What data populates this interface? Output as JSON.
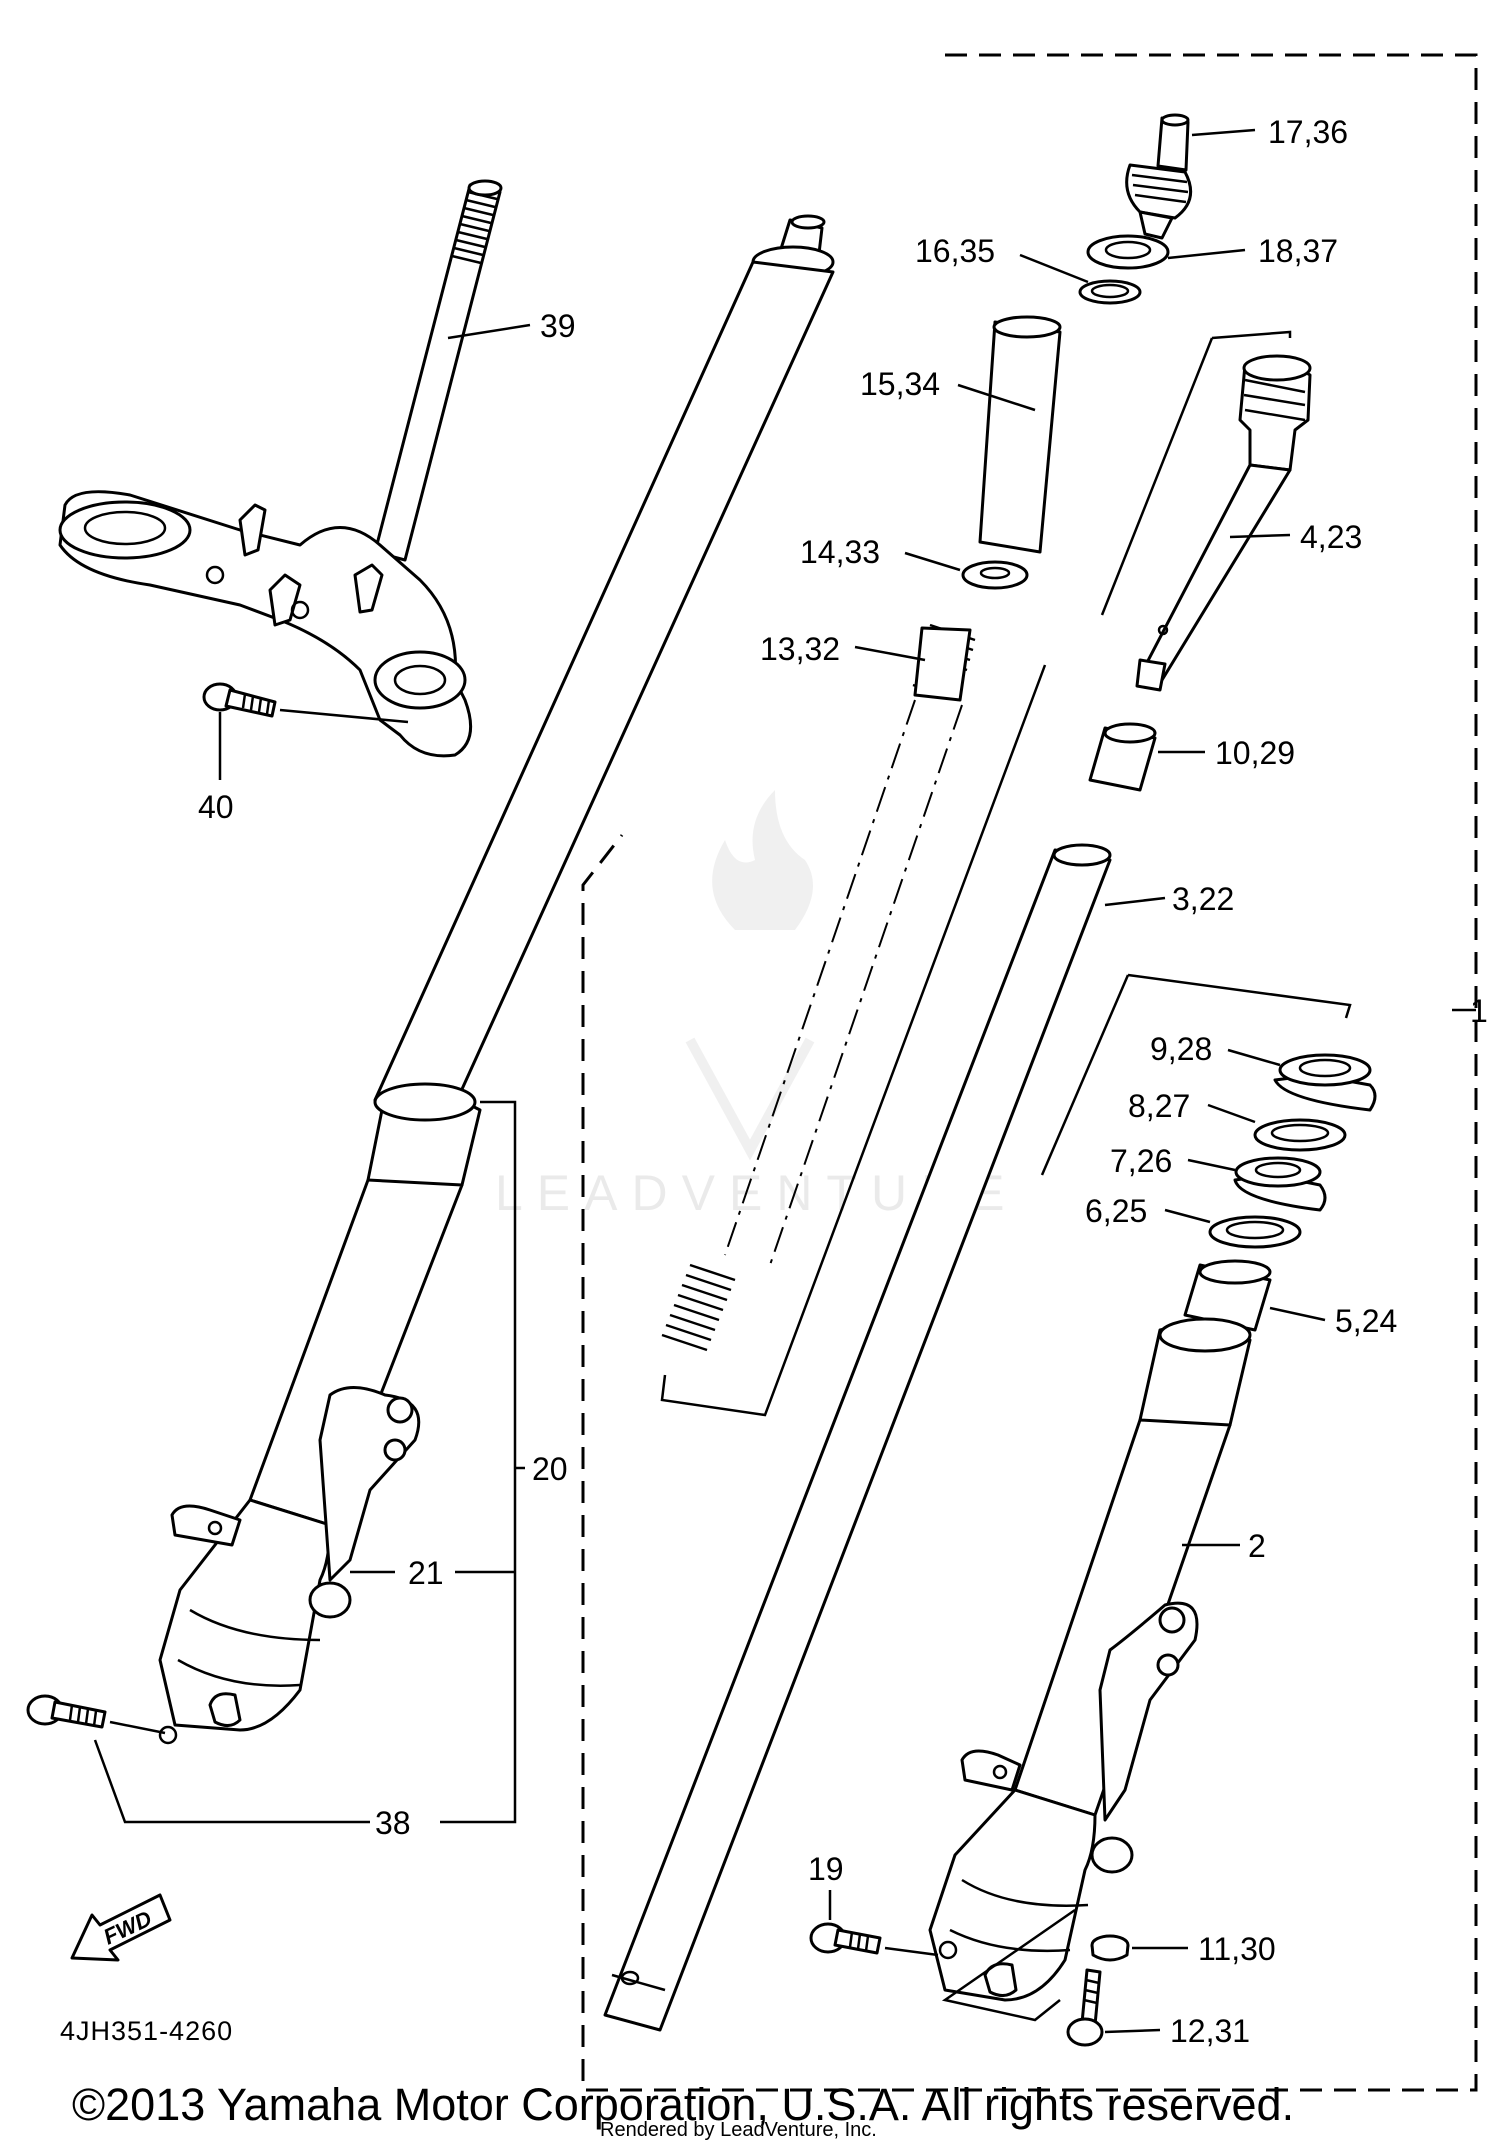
{
  "diagram": {
    "callouts": {
      "c1": "1",
      "c2": "2",
      "c3_22": "3,22",
      "c4_23": "4,23",
      "c5_24": "5,24",
      "c6_25": "6,25",
      "c7_26": "7,26",
      "c8_27": "8,27",
      "c9_28": "9,28",
      "c10_29": "10,29",
      "c11_30": "11,30",
      "c12_31": "12,31",
      "c13_32": "13,32",
      "c14_33": "14,33",
      "c15_34": "15,34",
      "c16_35": "16,35",
      "c17_36": "17,36",
      "c18_37": "18,37",
      "c19": "19",
      "c20": "20",
      "c21": "21",
      "c38": "38",
      "c39": "39",
      "c40": "40"
    },
    "diagram_code": "4JH351-4260",
    "fwd_label": "FWD",
    "copyright": "©2013 Yamaha Motor Corporation, U.S.A. All rights reserved.",
    "rendered_by": "Rendered by LeadVenture, Inc.",
    "watermark": "LEADVENTURE"
  }
}
